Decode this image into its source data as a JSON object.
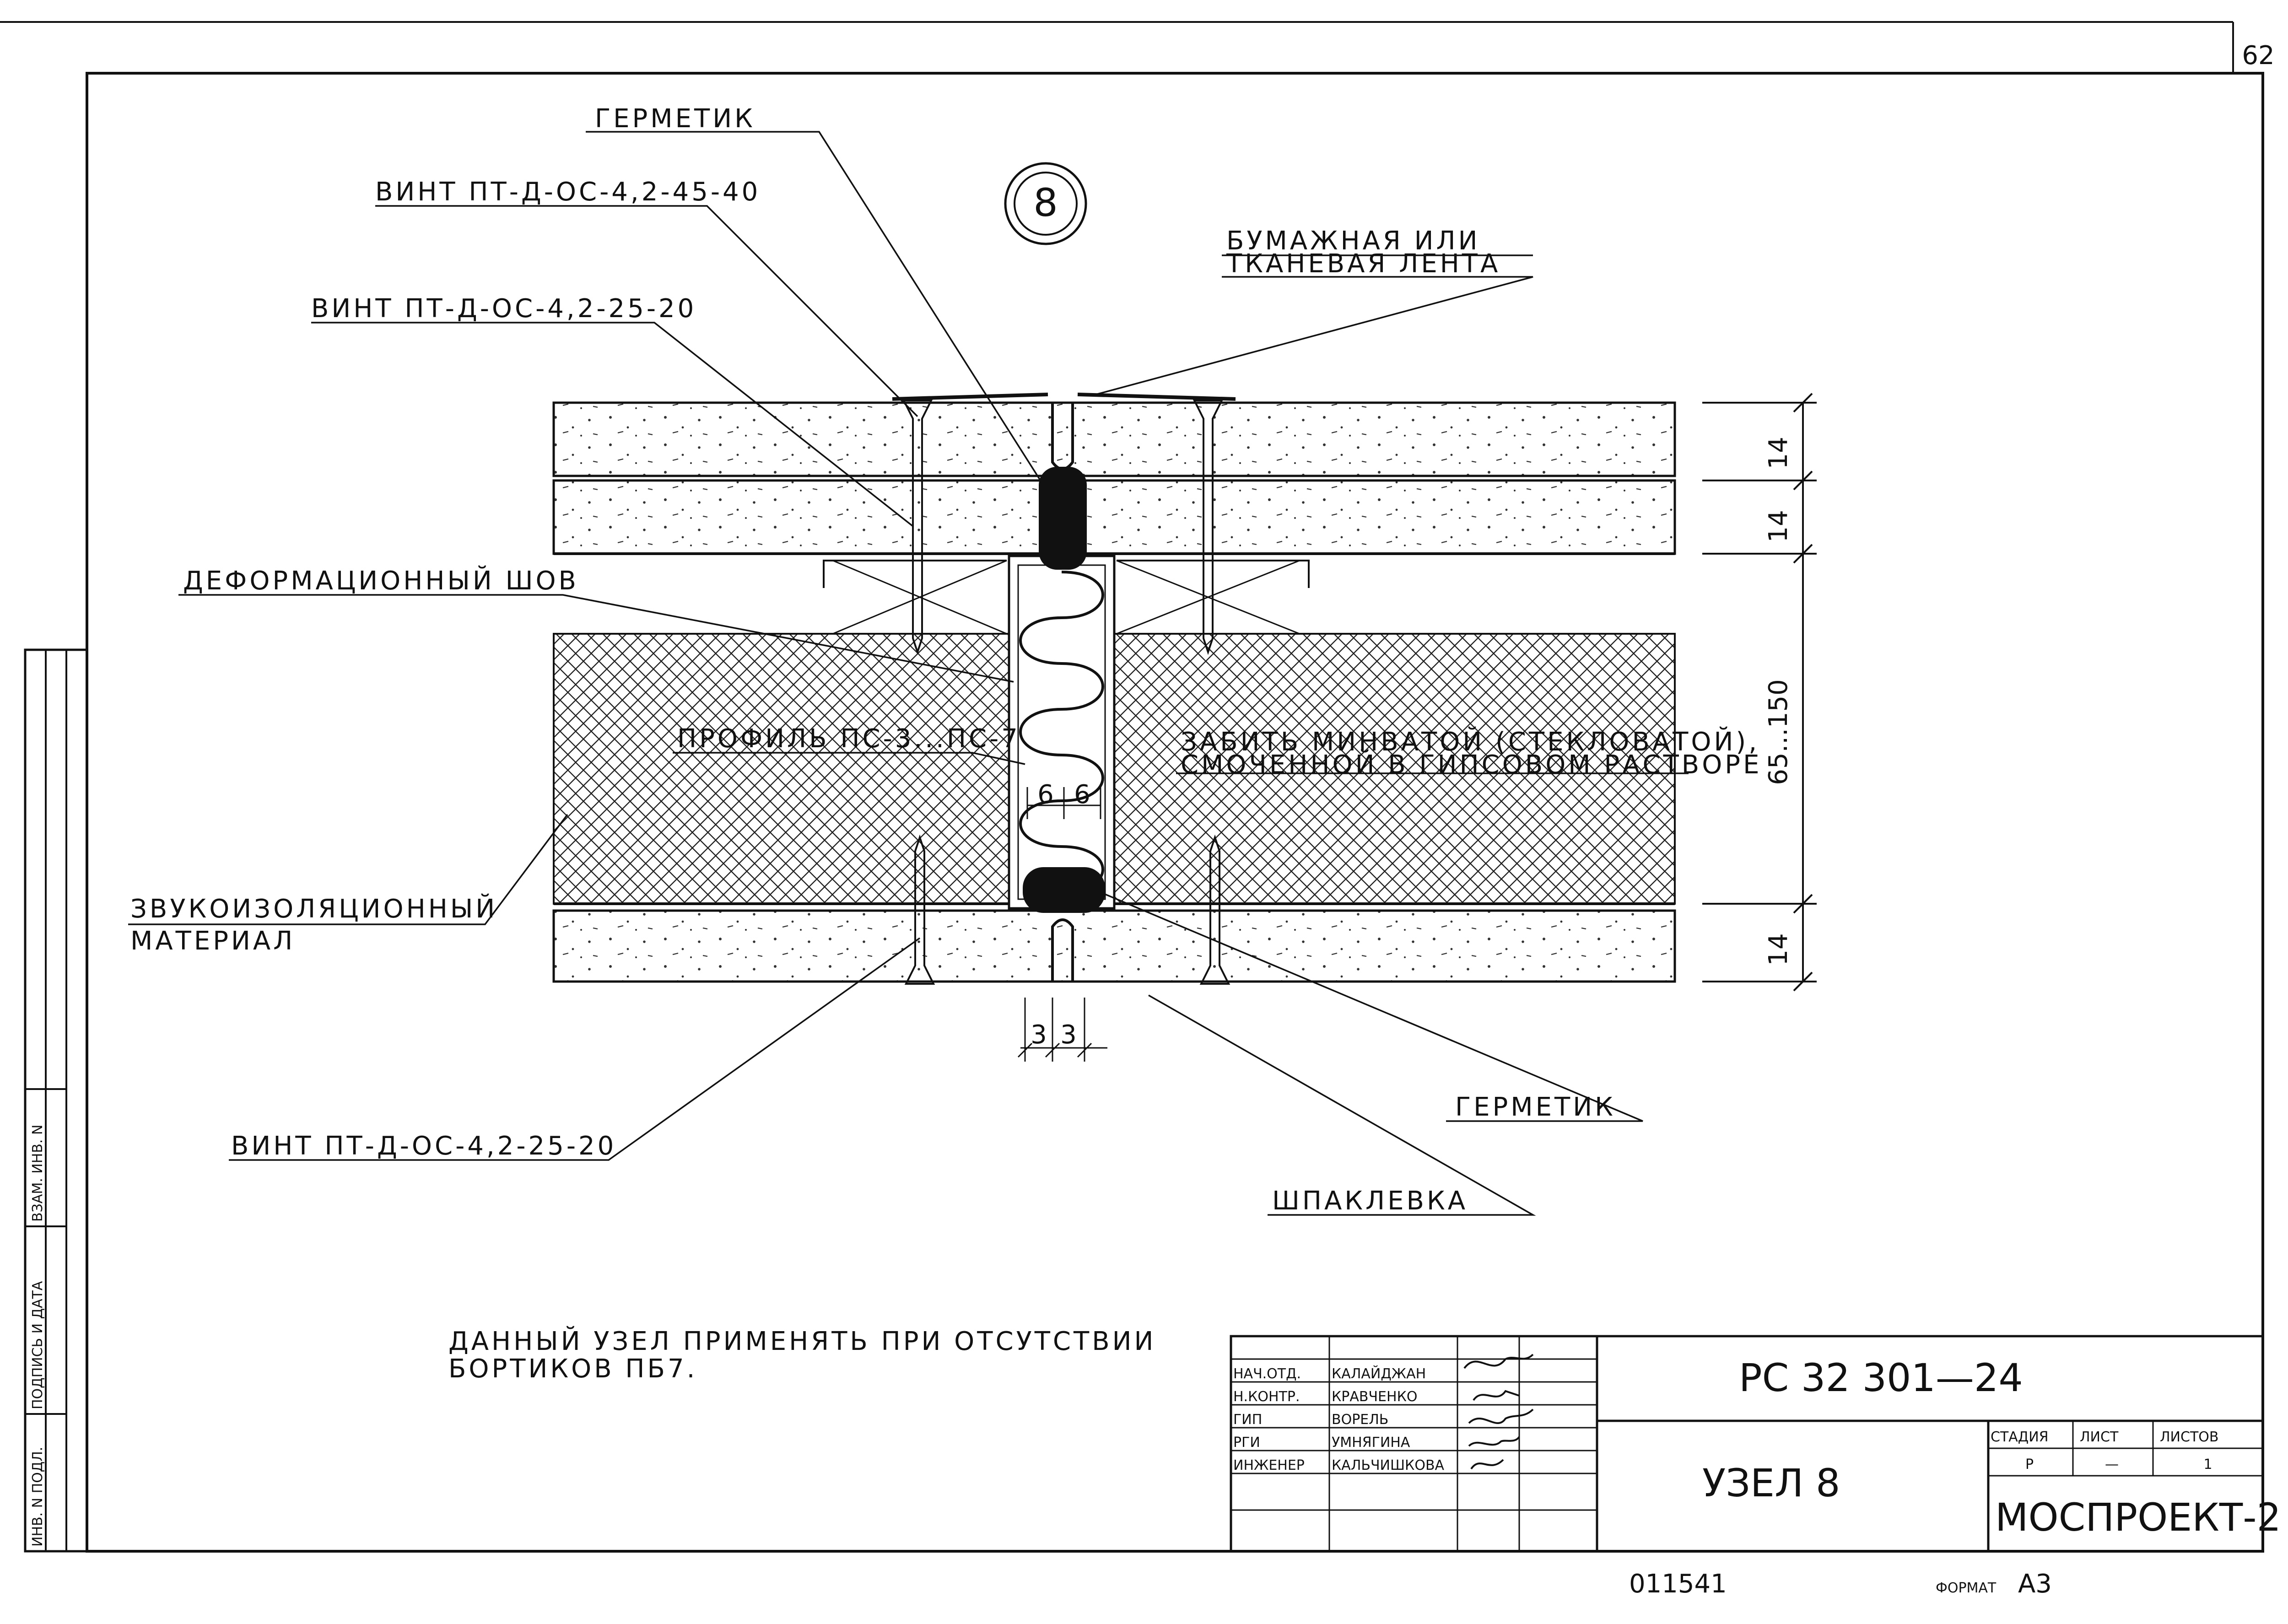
{
  "sheet_number": "62",
  "node_marker": "8",
  "labels": {
    "sealant_top": "ГЕРМЕТИК",
    "screw_45_40": "ВИНТ ПТ-Д-ОС-4,2-45-40",
    "screw_25_20_top": "ВИНТ ПТ-Д-ОС-4,2-25-20",
    "tape_line1": "БУМАЖНАЯ ИЛИ",
    "tape_line2": "ТКАНЕВАЯ ЛЕНТА",
    "deformation_joint": "ДЕФОРМАЦИОННЫЙ ШОВ",
    "profile": "ПРОФИЛЬ ПС-3...ПС-7",
    "fill_line1": "ЗАБИТЬ МИНВАТОЙ (СТЕКЛОВАТОЙ),",
    "fill_line2": "СМОЧЕННОЙ В ГИПСОВОМ РАСТВОРЕ",
    "insulation_line1": "ЗВУКОИЗОЛЯЦИОННЫЙ",
    "insulation_line2": "МАТЕРИАЛ",
    "screw_25_20_bottom": "ВИНТ ПТ-Д-ОС-4,2-25-20",
    "sealant_bottom": "ГЕРМЕТИК",
    "putty": "ШПАКЛЕВКА"
  },
  "dimensions": {
    "layer_1": "14",
    "layer_2": "14",
    "core": "65...150",
    "layer_bottom": "14",
    "gap_inner": "6",
    "gap_inner_2": "6",
    "gap_left": "3",
    "gap_right": "3"
  },
  "note": {
    "line1": "ДАННЫЙ УЗЕЛ ПРИМЕНЯТЬ ПРИ ОТСУТСТВИИ",
    "line2": "БОРТИКОВ ПБ7."
  },
  "side_stamp": {
    "col1": "ИНВ. N ПОДЛ.",
    "col2": "ПОДПИСЬ И ДАТА",
    "col3": "ВЗАМ. ИНВ. N"
  },
  "title_block": {
    "code": "РС 32 301—24",
    "title": "УЗЕЛ 8",
    "organization": "МОСПРОЕКТ-2",
    "stage_header": "СТАДИЯ",
    "sheet_header": "ЛИСТ",
    "sheets_header": "ЛИСТОВ",
    "stage_value": "Р",
    "sheet_value": "—",
    "sheets_value": "1",
    "roles": [
      {
        "role": "НАЧ.ОТД.",
        "name": "КАЛАЙДЖАН"
      },
      {
        "role": "Н.КОНТР.",
        "name": "КРАВЧЕНКО"
      },
      {
        "role": "ГИП",
        "name": "ВОРЕЛЬ"
      },
      {
        "role": "РГИ",
        "name": "УМНЯГИНА"
      },
      {
        "role": "ИНЖЕНЕР",
        "name": "КАЛЬЧИШКОВА"
      }
    ]
  },
  "footer": {
    "inventory": "011541",
    "format_label": "ФОРМАТ",
    "format_value": "А3"
  }
}
